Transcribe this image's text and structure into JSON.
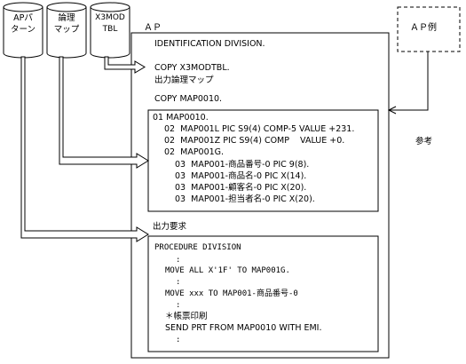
{
  "cylinders": [
    {
      "line1": "APパ",
      "line2": "ターン"
    },
    {
      "line1": "論理",
      "line2": "マップ"
    },
    {
      "line1": "X3MOD",
      "line2": "TBL"
    }
  ],
  "ap": {
    "label": "ＡＰ",
    "identification": "IDENTIFICATION DIVISION.",
    "copy_tbl": "COPY X3MODTBL.",
    "output_map_note": "出力論理マップ",
    "copy_map": "COPY MAP0010."
  },
  "ap_example": {
    "label": "ＡＰ例",
    "ref_label": "参考"
  },
  "map_box": {
    "lines": [
      "01 MAP0010.",
      "02  MAP001L PIC S9(4) COMP-5 VALUE +231.",
      "02  MAP001Z PIC S9(4) COMP    VALUE +0.",
      "02  MAP001G.",
      "03  MAP001-商品番号-0 PIC 9(8).",
      "03  MAP001-商品名-0 PIC X(14).",
      "03  MAP001-顧客名-0 PIC X(20).",
      "03  MAP001-担当者名-0 PIC X(20)."
    ]
  },
  "output_request": "出力要求",
  "procedure_box": {
    "lines": [
      "PROCEDURE DIVISION",
      ":",
      "MOVE ALL X'1F' TO MAP001G.",
      ":",
      "MOVE xxx TO MAP001-商品番号-0",
      ":",
      "＊帳票印刷",
      "SEND PRT FROM MAP0010 WITH EMI.",
      ":"
    ]
  }
}
